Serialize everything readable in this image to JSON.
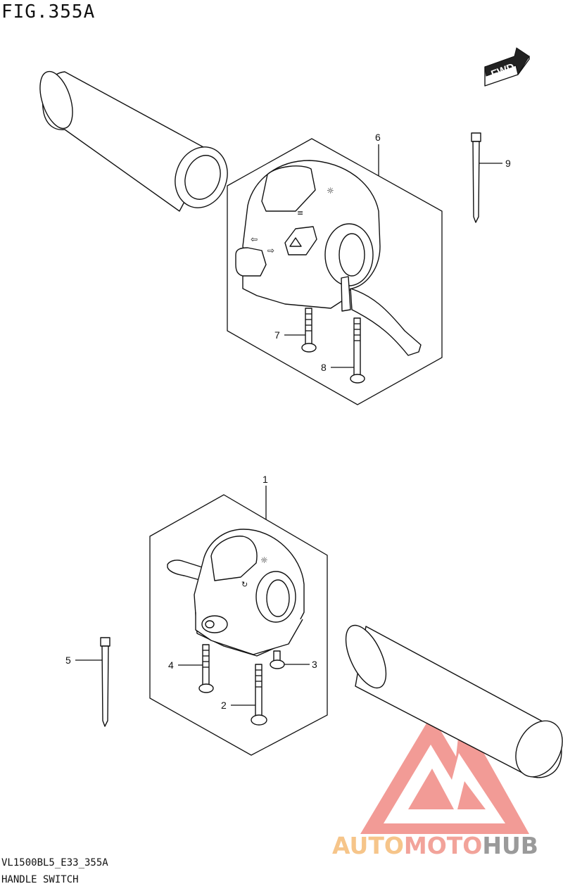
{
  "figure": {
    "title": "FIG.355A",
    "model_code": "VL1500BL5_E33_355A",
    "name": "HANDLE SWITCH"
  },
  "direction_marker": {
    "label": "FWD"
  },
  "callouts": [
    {
      "id": "1",
      "label": "1"
    },
    {
      "id": "2",
      "label": "2"
    },
    {
      "id": "3",
      "label": "3"
    },
    {
      "id": "4",
      "label": "4"
    },
    {
      "id": "5",
      "label": "5"
    },
    {
      "id": "6",
      "label": "6"
    },
    {
      "id": "7",
      "label": "7"
    },
    {
      "id": "8",
      "label": "8"
    },
    {
      "id": "9",
      "label": "9"
    }
  ],
  "watermark": {
    "part1": "AUTO",
    "part2": "MOTO",
    "part3": "HUB",
    "color_auto": "#f6c58a",
    "color_moto": "#f2a39a",
    "color_hub": "#9a9a9a",
    "color_logo": "#f08a84"
  }
}
